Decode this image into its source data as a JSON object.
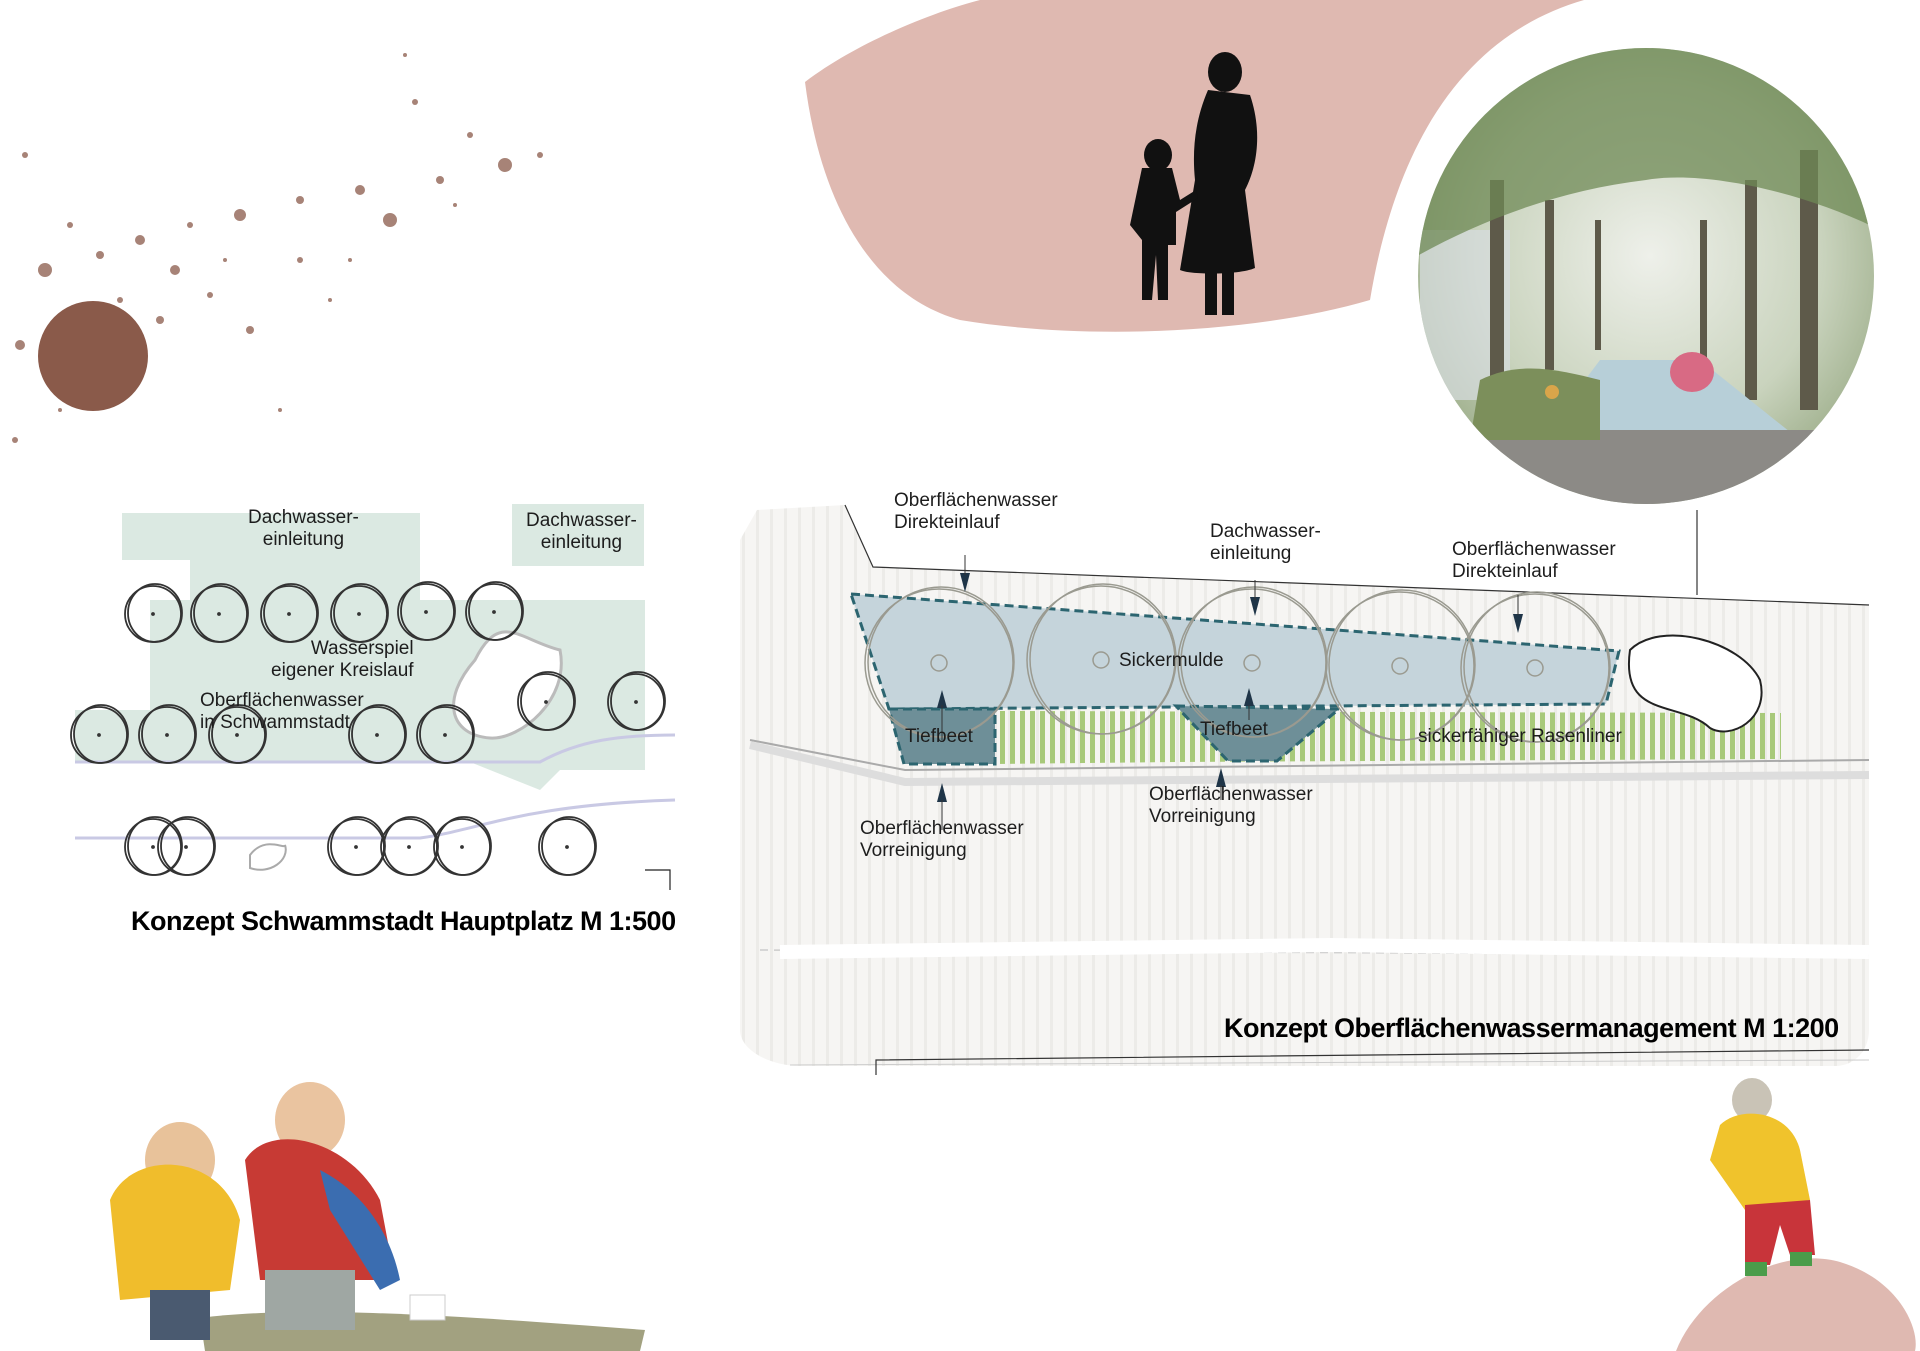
{
  "plan_hauptplatz": {
    "title": "Konzept Schwammstadt Hauptplatz M 1:500",
    "labels": {
      "dachwasser_1": [
        "Dachwasser-",
        "einleitung"
      ],
      "dachwasser_2": [
        "Dachwasser-",
        "einleitung"
      ],
      "wasserspiel": [
        "Wasserspiel",
        "eigener Kreislauf"
      ],
      "oberflaechenwasser": [
        "Oberflächenwasser",
        "in Schwammstadt"
      ]
    }
  },
  "plan_oberflaechenwasser": {
    "title": "Konzept Oberflächenwassermanagement M 1:200",
    "labels": {
      "direkteinlauf_1": [
        "Oberflächenwasser",
        "Direkteinlauf"
      ],
      "dachwasser": [
        "Dachwasser-",
        "einleitung"
      ],
      "direkteinlauf_2": [
        "Oberflächenwasser",
        "Direkteinlauf"
      ],
      "sickermulde": "Sickermulde",
      "tiefbeet_1": "Tiefbeet",
      "tiefbeet_2": "Tiefbeet",
      "rasenliner": "sickerfähiger Rasenliner",
      "vorreinigung_1": [
        "Oberflächenwasser",
        "Vorreinigung"
      ],
      "vorreinigung_2": [
        "Oberflächenwasser",
        "Vorreinigung"
      ]
    }
  },
  "colors": {
    "pink": "#dfb9b1",
    "brown": "#8a5a4a",
    "plan_green": "#dbe9e2",
    "sickermulde": "#c5d4db",
    "tiefbeet": "#6e8f98",
    "dash": "#2c6570",
    "rasen": "#a8c97a"
  }
}
